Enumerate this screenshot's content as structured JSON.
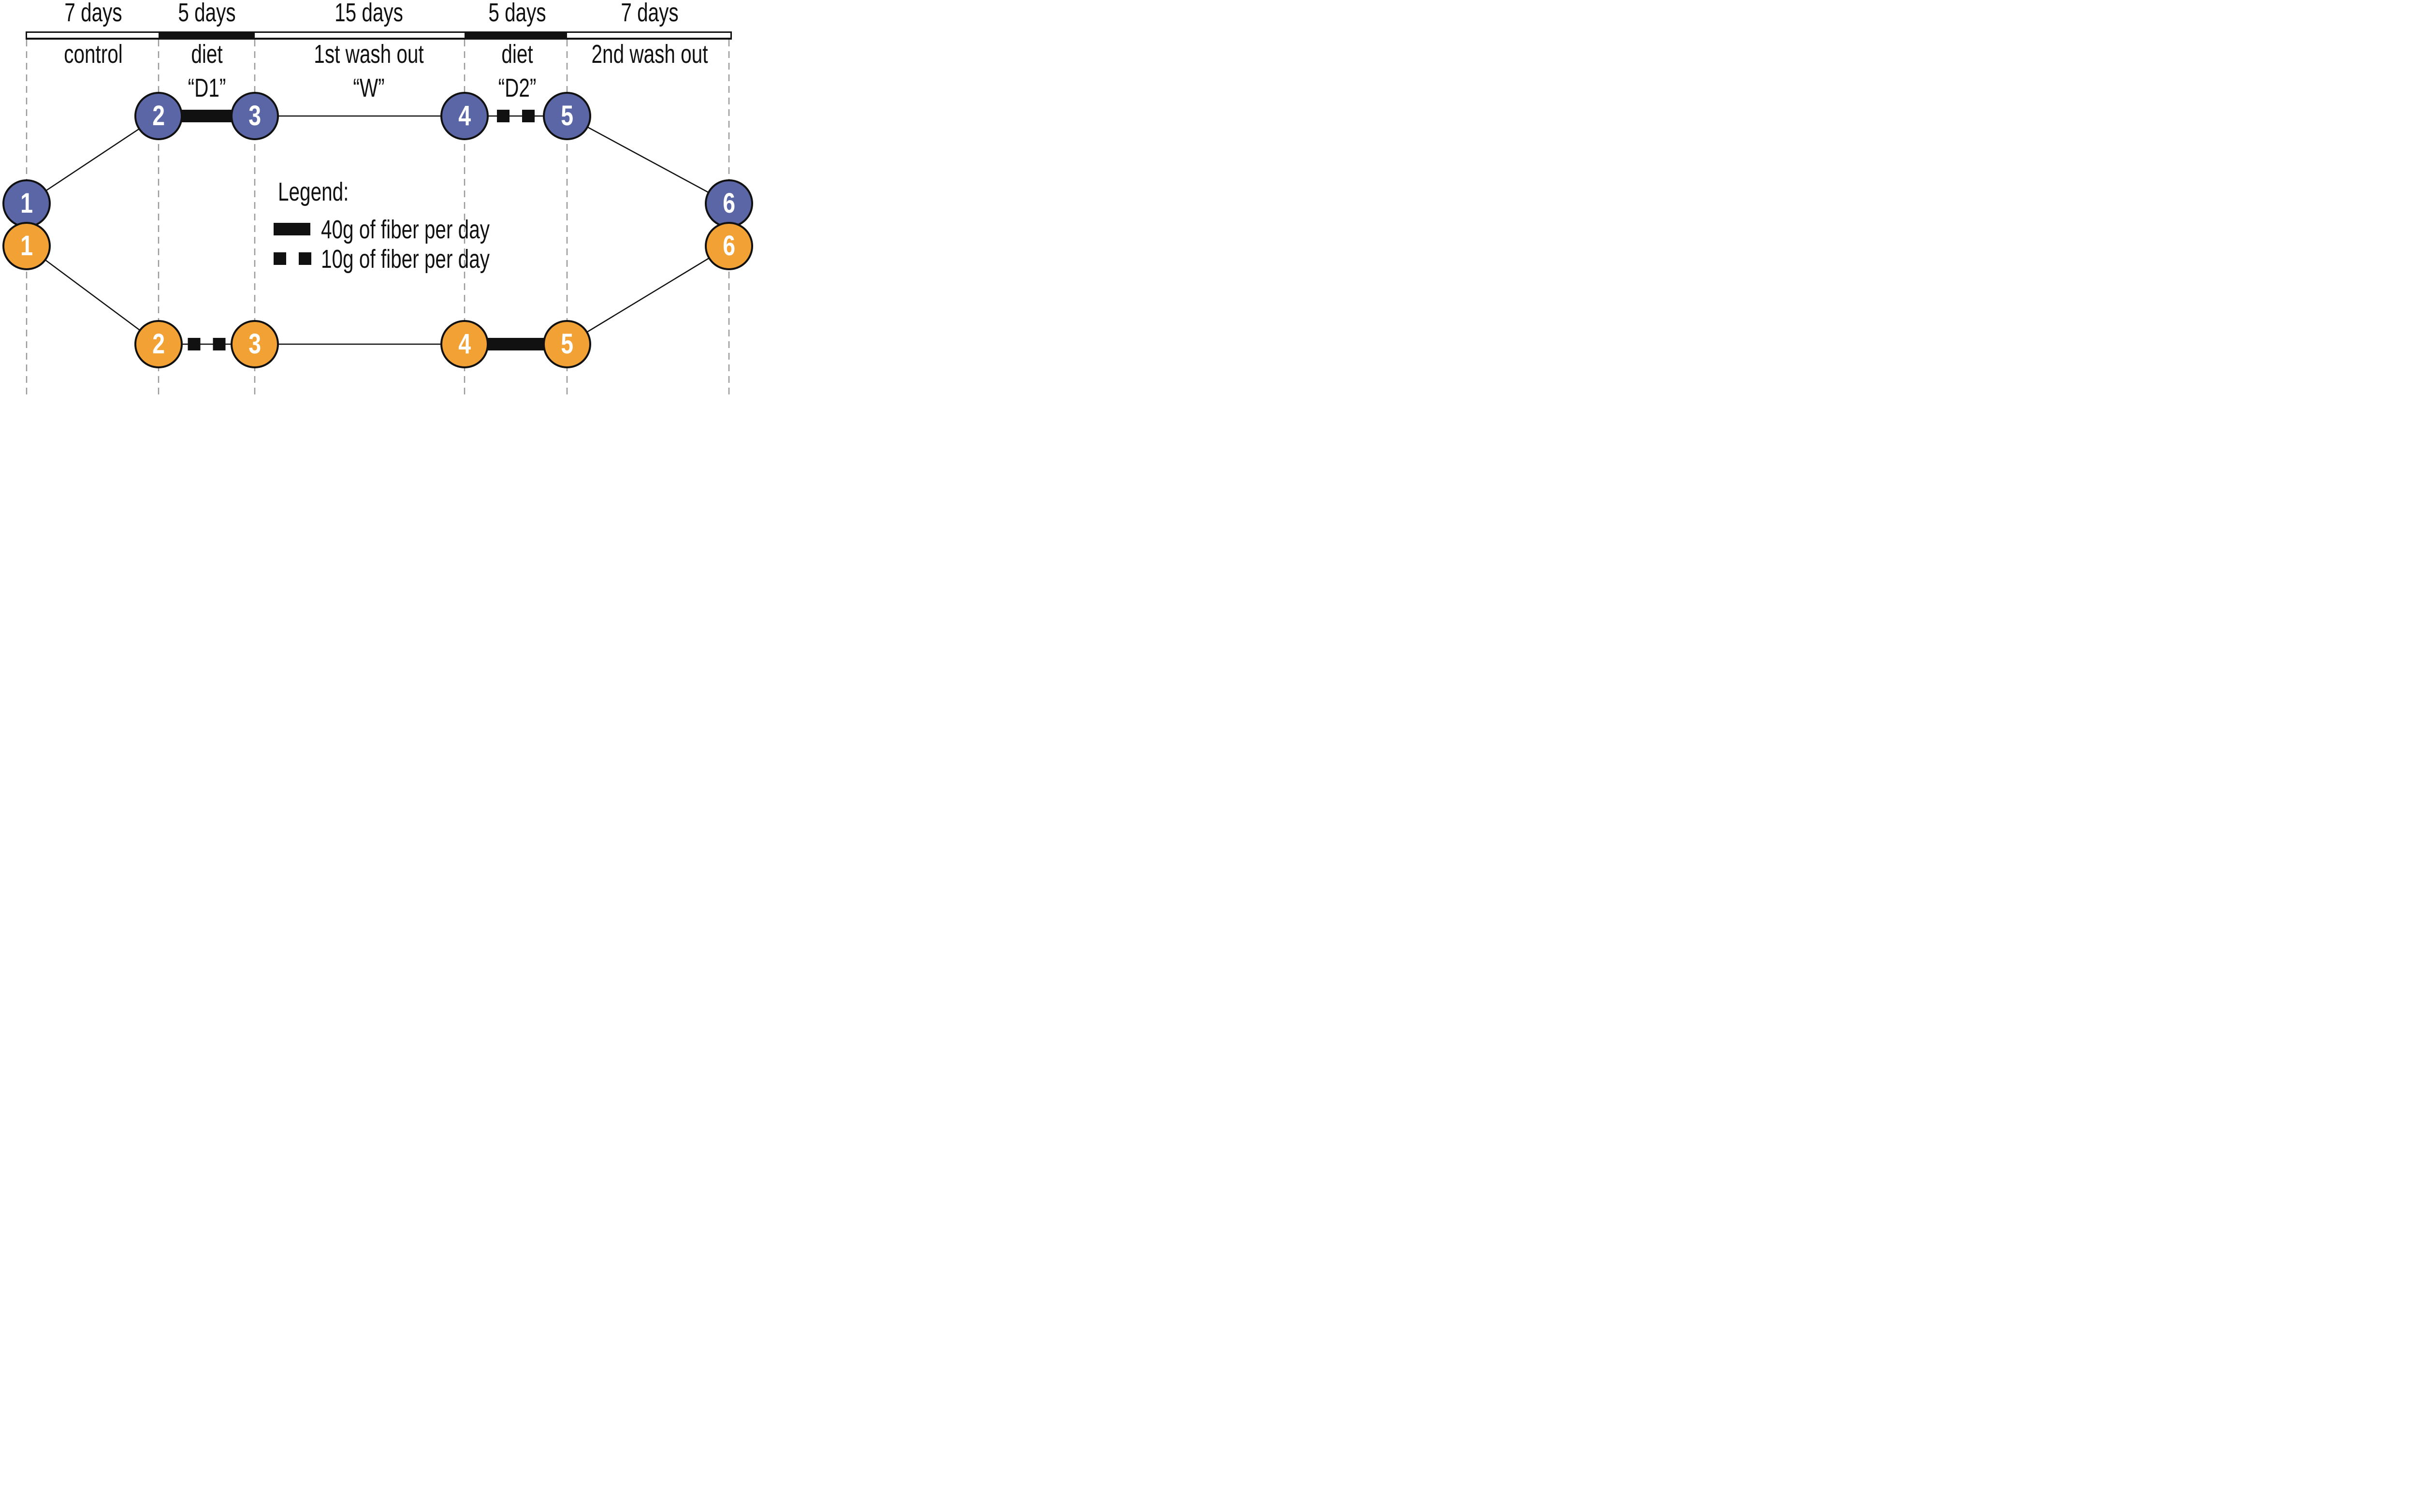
{
  "colors": {
    "arm_blue": "#5A66A6",
    "arm_orange": "#F2A135",
    "line_black": "#111111",
    "guide_gray": "#999999",
    "node_text": "#ffffff",
    "bar_fill_white": "#ffffff",
    "bar_fill_black": "#111111"
  },
  "timeline": {
    "segments": [
      {
        "duration": "7 days",
        "phase": "control",
        "code": "",
        "fill": "white"
      },
      {
        "duration": "5 days",
        "phase": "diet",
        "code": "“D1”",
        "fill": "black"
      },
      {
        "duration": "15 days",
        "phase": "1st wash out",
        "code": "“W”",
        "fill": "white"
      },
      {
        "duration": "5 days",
        "phase": "diet",
        "code": "“D2”",
        "fill": "black"
      },
      {
        "duration": "7 days",
        "phase": "2nd wash out",
        "code": "",
        "fill": "white"
      }
    ]
  },
  "legend": {
    "title": "Legend:",
    "items": [
      {
        "swatch": "thick-bar",
        "label": "40g of fiber per day"
      },
      {
        "swatch": "two-squares",
        "label": "10g of fiber per day"
      }
    ]
  },
  "arms": [
    {
      "id": "blue",
      "color_key": "arm_blue",
      "nodes": [
        "1",
        "2",
        "3",
        "4",
        "5",
        "6"
      ],
      "edges": [
        "plain",
        "thick",
        "plain",
        "dotted-squares",
        "plain"
      ]
    },
    {
      "id": "orange",
      "color_key": "arm_orange",
      "nodes": [
        "1",
        "2",
        "3",
        "4",
        "5",
        "6"
      ],
      "edges": [
        "plain",
        "dotted-squares",
        "plain",
        "thick",
        "plain"
      ]
    }
  ]
}
